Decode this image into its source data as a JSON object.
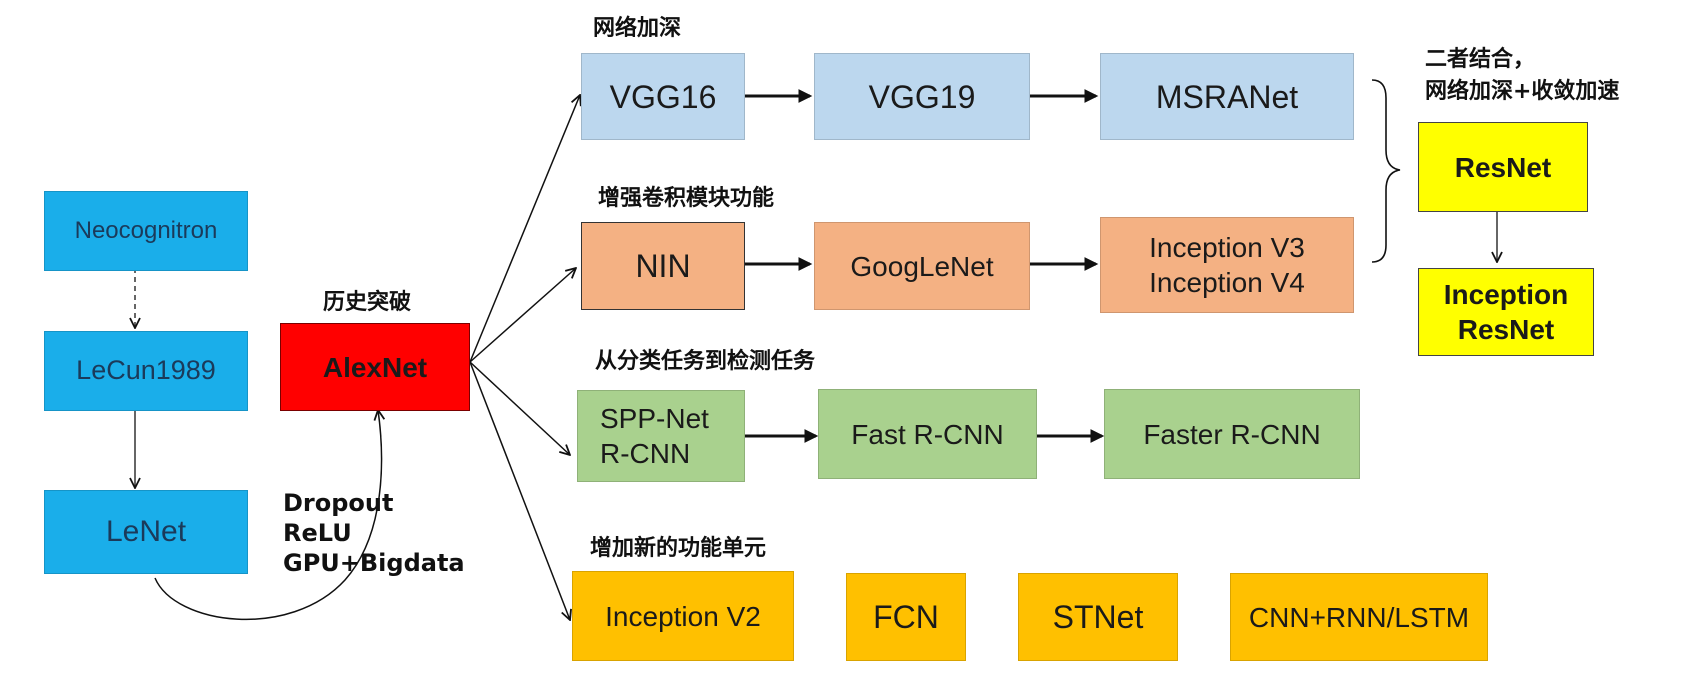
{
  "section_labels": {
    "deepen": "网络加深",
    "enhance_conv": "增强卷积模块功能",
    "cls_to_det": "从分类任务到检测任务",
    "new_units": "增加新的功能单元",
    "breakthrough": "历史突破",
    "combine": [
      "二者结合，",
      "网络加深+收敛加速"
    ]
  },
  "nodes": {
    "neocognitron": "Neocognitron",
    "lecun1989": "LeCun1989",
    "lenet": "LeNet",
    "alexnet": "AlexNet",
    "vgg16": "VGG16",
    "vgg19": "VGG19",
    "msranet": "MSRANet",
    "nin": "NIN",
    "googlenet": "GoogLeNet",
    "inception_v3_v4": [
      "Inception V3",
      "Inception V4"
    ],
    "sppnet_rcnn": [
      "SPP-Net",
      "R-CNN"
    ],
    "fast_rcnn": "Fast R-CNN",
    "faster_rcnn": "Faster R-CNN",
    "inception_v2": "Inception V2",
    "fcn": "FCN",
    "stnet": "STNet",
    "cnn_rnn_lstm": "CNN+RNN/LSTM",
    "resnet": "ResNet",
    "inception_resnet": [
      "Inception",
      "ResNet"
    ]
  },
  "alexnet_factors": [
    "Dropout",
    "ReLU",
    "GPU+Bigdata"
  ],
  "colors": {
    "blue": "#1aaeea",
    "light_blue": "#bcd7ee",
    "peach": "#f4b183",
    "green": "#a9d18e",
    "orange": "#ffc000",
    "yellow": "#ffff00",
    "red": "#ff0000"
  }
}
